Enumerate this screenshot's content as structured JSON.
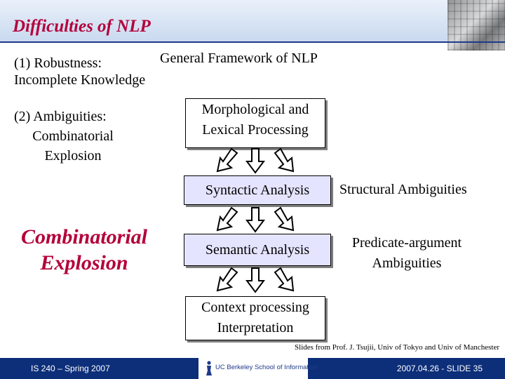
{
  "header": {
    "title": "Difficulties of NLP"
  },
  "left": {
    "robustness": "(1) Robustness:",
    "incomplete": "Incomplete Knowledge",
    "ambiguities": "(2) Ambiguities:",
    "combinatorial": "Combinatorial",
    "explosion": "Explosion",
    "big_line1": "Combinatorial",
    "big_line2": "Explosion"
  },
  "framework": {
    "title": "General Framework of NLP",
    "stages": [
      {
        "line1": "Morphological and",
        "line2": "Lexical Processing"
      },
      {
        "line1": "Syntactic Analysis"
      },
      {
        "line1": "Semantic Analysis"
      },
      {
        "line1": "Context processing",
        "line2": "Interpretation"
      }
    ]
  },
  "right": {
    "structural": "Structural Ambiguities",
    "predicate_line1": "Predicate-argument",
    "predicate_line2": "Ambiguities"
  },
  "credit": "Slides from Prof. J. Tsujii, Univ of Tokyo and Univ of Manchester",
  "footer": {
    "left": "IS 240 – Spring 2007",
    "logo_text": "UC Berkeley School of Information",
    "right": "2007.04.26 - SLIDE 35"
  },
  "colors": {
    "title": "#b3003a",
    "footer": "#0d2f7a",
    "box_fill": "#e4e4ff"
  }
}
